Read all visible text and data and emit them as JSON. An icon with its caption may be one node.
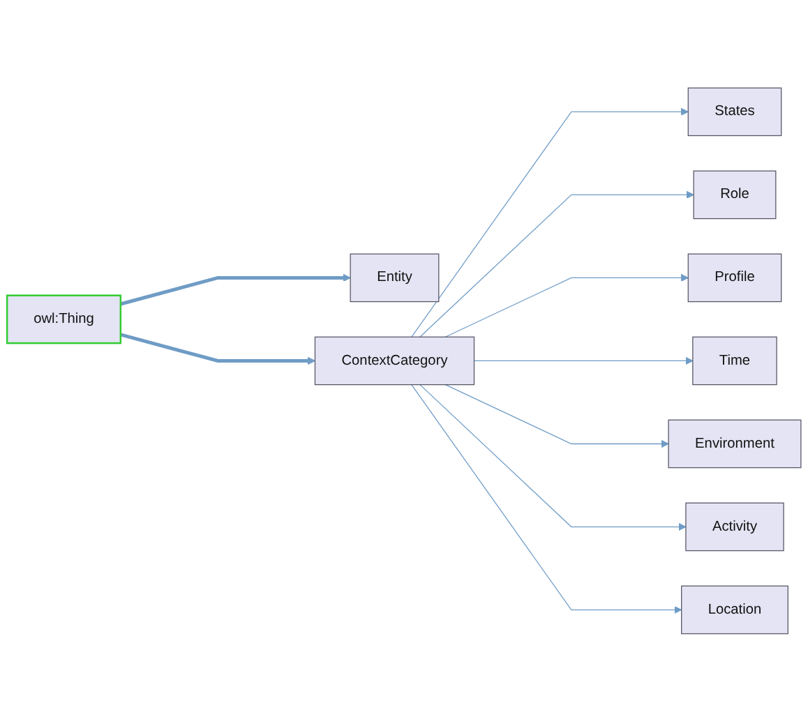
{
  "diagram": {
    "nodes": [
      {
        "text": [
          "Entity"
        ]
      },
      {
        "text": [
          "owl:Thing"
        ]
      },
      {
        "text": [
          "States"
        ]
      },
      {
        "text": [
          "Role"
        ]
      },
      {
        "text": [
          "Profile"
        ]
      },
      {
        "text": [
          "ContextCategory"
        ]
      },
      {
        "text": [
          "Time"
        ]
      },
      {
        "text": [
          "Environment"
        ]
      },
      {
        "text": [
          "Activity"
        ]
      },
      {
        "text": [
          "Location"
        ]
      }
    ],
    "edges": [
      {
        "from": 1,
        "to": 0,
        "arrow": "to",
        "style": "thick"
      },
      {
        "from": 1,
        "to": 5,
        "arrow": "to",
        "style": "thick"
      },
      {
        "from": 5,
        "to": 2,
        "arrow": "to"
      },
      {
        "from": 5,
        "to": 3,
        "arrow": "to"
      },
      {
        "from": 5,
        "to": 4,
        "arrow": "to"
      },
      {
        "from": 5,
        "to": 6,
        "arrow": "to"
      },
      {
        "from": 5,
        "to": 7,
        "arrow": "to"
      },
      {
        "from": 5,
        "to": 8,
        "arrow": "to"
      },
      {
        "from": 5,
        "to": 9,
        "arrow": "to"
      }
    ]
  }
}
